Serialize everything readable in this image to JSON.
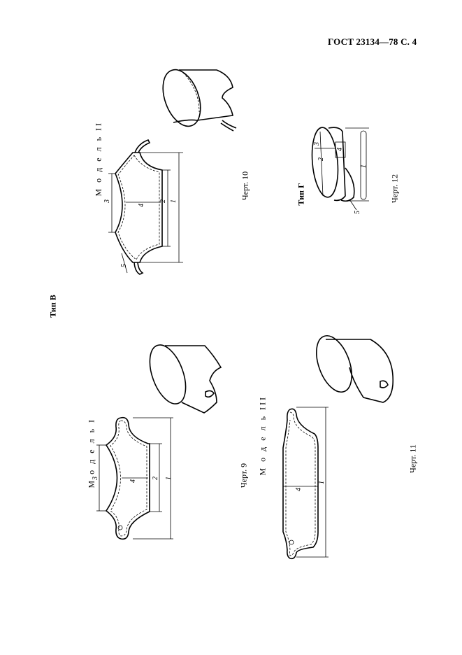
{
  "header": {
    "text": "ГОСТ 23134—78 С. 4"
  },
  "sections": [
    {
      "id": "type-v",
      "label": "Тип В"
    },
    {
      "id": "type-g",
      "label": "Тип Г"
    }
  ],
  "figures": {
    "model_1": {
      "title": "М о д е л ь  I",
      "caption": "Черт. 9",
      "dims": [
        "1",
        "2",
        "3",
        "4"
      ]
    },
    "model_2": {
      "title": "М о д е л ь  II",
      "caption": "Черт. 10",
      "dims": [
        "1",
        "2",
        "3",
        "4",
        "5"
      ]
    },
    "model_3": {
      "title": "М о д е л ь  III",
      "caption": "Черт. 11",
      "dims": [
        "1",
        "4"
      ]
    },
    "type_g": {
      "caption": "Черт. 12",
      "dims": [
        "1",
        "2",
        "3",
        "4",
        "5"
      ]
    }
  }
}
